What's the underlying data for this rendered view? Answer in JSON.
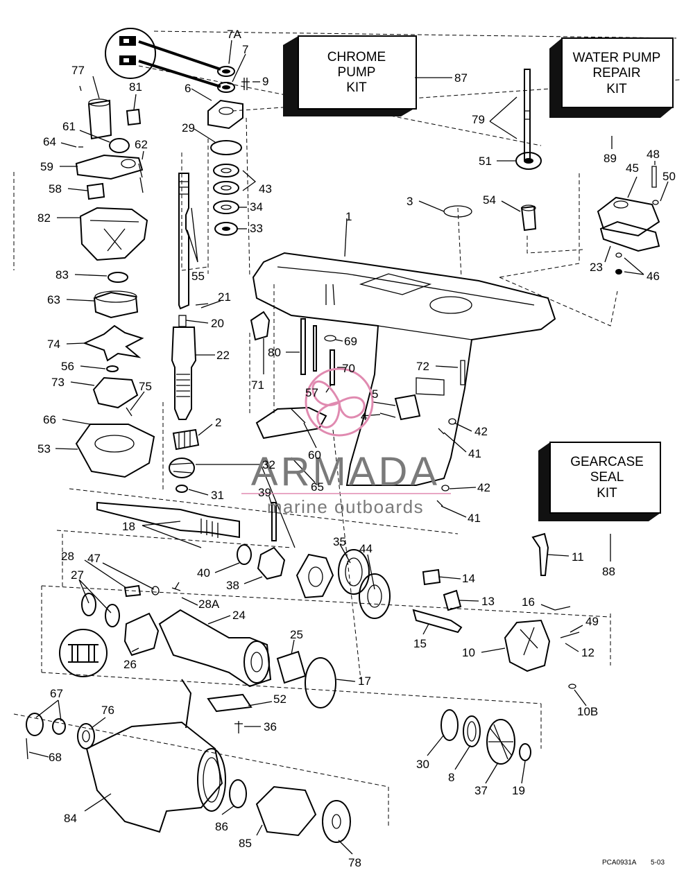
{
  "kits": {
    "chrome_pump": [
      "CHROME",
      "PUMP",
      "KIT"
    ],
    "water_pump": [
      "WATER PUMP",
      "REPAIR",
      "KIT"
    ],
    "gearcase_seal": [
      "GEARCASE",
      "SEAL",
      "KIT"
    ]
  },
  "watermark": {
    "brand": "ARMADA",
    "tagline": "marine outboards",
    "color": "#e08ab0"
  },
  "drawing_code": "PCA0931A",
  "drawing_date": "5-03",
  "callouts": {
    "c1": "1",
    "c2": "2",
    "c3": "3",
    "c4": "4",
    "c5": "5",
    "c6": "6",
    "c7": "7",
    "c7a": "7A",
    "c8": "8",
    "c9": "9",
    "c10": "10",
    "c10b": "10B",
    "c11": "11",
    "c12": "12",
    "c13": "13",
    "c14": "14",
    "c15": "15",
    "c16": "16",
    "c17": "17",
    "c18": "18",
    "c19": "19",
    "c20": "20",
    "c21": "21",
    "c22": "22",
    "c23": "23",
    "c24": "24",
    "c25": "25",
    "c26": "26",
    "c27": "27",
    "c28": "28",
    "c28a": "28A",
    "c29": "29",
    "c30": "30",
    "c31": "31",
    "c32": "32",
    "c33": "33",
    "c34": "34",
    "c35": "35",
    "c36": "36",
    "c37": "37",
    "c38": "38",
    "c39": "39",
    "c40": "40",
    "c41a": "41",
    "c41b": "41",
    "c42a": "42",
    "c42b": "42",
    "c43": "43",
    "c44": "44",
    "c45": "45",
    "c46": "46",
    "c47": "47",
    "c48": "48",
    "c49": "49",
    "c50": "50",
    "c51": "51",
    "c52": "52",
    "c53": "53",
    "c54": "54",
    "c55": "55",
    "c56": "56",
    "c57": "57",
    "c58": "58",
    "c59": "59",
    "c60": "60",
    "c61": "61",
    "c62": "62",
    "c63": "63",
    "c64": "64",
    "c65": "65",
    "c66": "66",
    "c67": "67",
    "c68": "68",
    "c69": "69",
    "c70": "70",
    "c71": "71",
    "c72": "72",
    "c73": "73",
    "c74": "74",
    "c75": "75",
    "c76": "76",
    "c77": "77",
    "c78": "78",
    "c79": "79",
    "c80": "80",
    "c81": "81",
    "c82": "82",
    "c83": "83",
    "c84": "84",
    "c85": "85",
    "c86": "86",
    "c87": "87",
    "c88": "88",
    "c89": "89"
  }
}
